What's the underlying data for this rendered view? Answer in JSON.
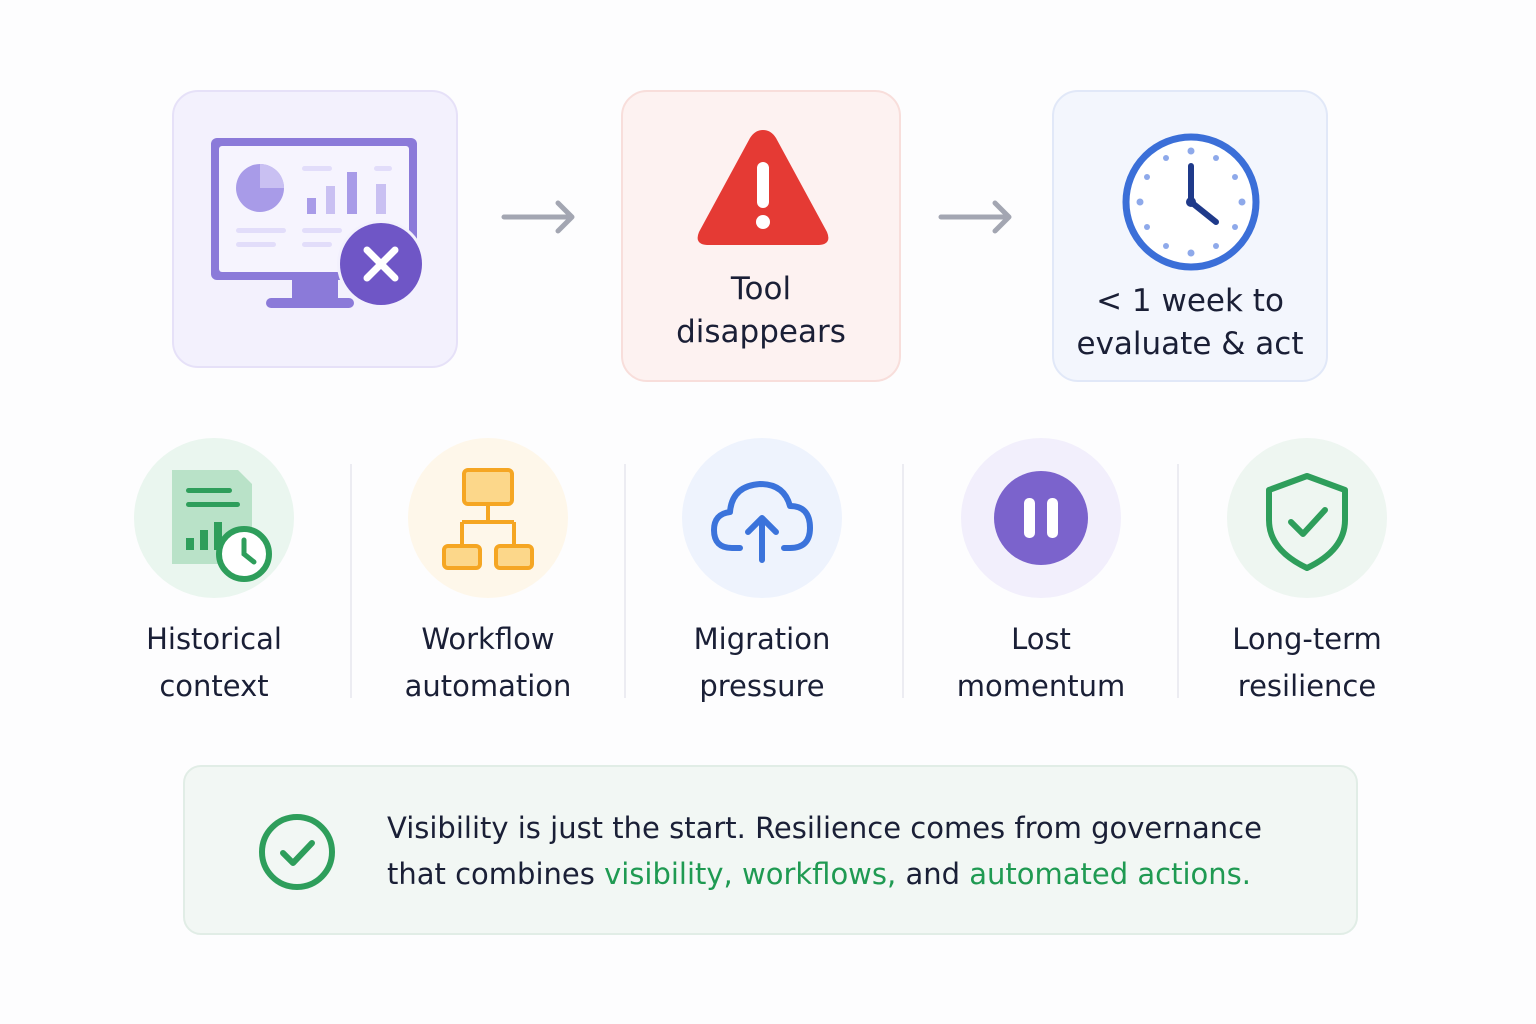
{
  "steps": [
    {
      "name": "monitor-with-x",
      "text": ""
    },
    {
      "name": "tool-disappears",
      "text": "Tool\ndisappears"
    },
    {
      "name": "evaluate-window",
      "text": "< 1 week to\nevaluate & act"
    }
  ],
  "factors": [
    {
      "label": "Historical\ncontext",
      "icon": "report-clock-icon",
      "color": "#2e9e5b"
    },
    {
      "label": "Workflow\nautomation",
      "icon": "workflow-tree-icon",
      "color": "#f5a623"
    },
    {
      "label": "Migration\npressure",
      "icon": "cloud-upload-icon",
      "color": "#3b73db"
    },
    {
      "label": "Lost\nmomentum",
      "icon": "pause-icon",
      "color": "#7b63cc"
    },
    {
      "label": "Long-term\nresilience",
      "icon": "shield-check-icon",
      "color": "#2e9e5b"
    }
  ],
  "callout": {
    "line1": "Visibility is just the start. Resilience comes from governance",
    "line2_prefix": "that combines ",
    "hl1": "visibility, workflows,",
    "mid": " and ",
    "hl2": "automated actions."
  }
}
